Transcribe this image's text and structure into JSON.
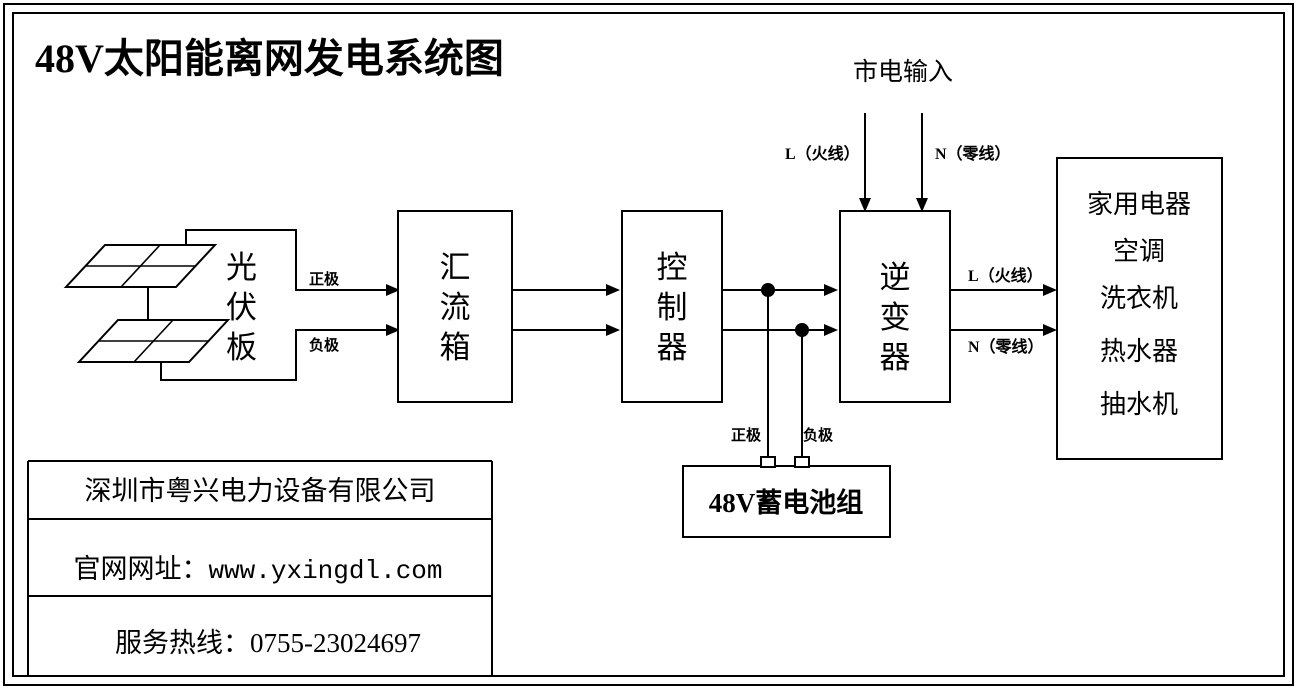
{
  "page": {
    "title": "48V太阳能离网发电系统图",
    "background_color": "#ffffff",
    "line_color": "#000000"
  },
  "blocks": {
    "solar_panel": {
      "label": "光伏板",
      "name": "photovoltaic-panel"
    },
    "combiner_box": {
      "label": "汇流箱",
      "name": "combiner-box"
    },
    "controller": {
      "label": "控制器",
      "name": "charge-controller"
    },
    "inverter": {
      "label": "逆变器",
      "name": "inverter"
    },
    "battery": {
      "label": "48V蓄电池组",
      "name": "battery-pack"
    }
  },
  "mains": {
    "title": "市电输入",
    "live_label": "L（火线）",
    "neutral_label": "N（零线）"
  },
  "output": {
    "live_label": "L（火线）",
    "neutral_label": "N（零线）"
  },
  "polarity": {
    "panel_positive": "正极",
    "panel_negative": "负极",
    "battery_positive": "正极",
    "battery_negative": "负极"
  },
  "appliances": {
    "items": [
      "家用电器",
      "空调",
      "洗衣机",
      "热水器",
      "抽水机"
    ]
  },
  "footer": {
    "company": "深圳市粤兴电力设备有限公司",
    "website_label": "官网网址：",
    "website_value": "www.yxingdl.com",
    "hotline_label": "服务热线：",
    "hotline_value": "0755-23024697"
  }
}
